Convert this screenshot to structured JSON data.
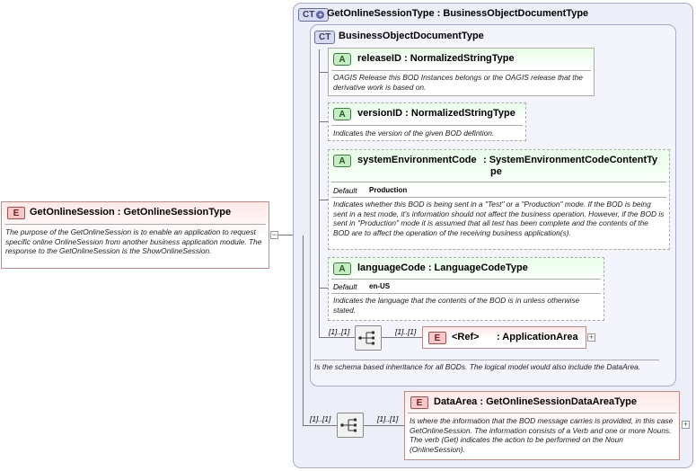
{
  "root": {
    "badge": "E",
    "title": "GetOnlineSession : GetOnlineSessionType",
    "doc": "The purpose of the GetOnlineSession is to enable an application to request specific online OnlineSession from another business application module.  The response to the GetOnlineSession is the ShowOnlineSession.",
    "collapse": "−"
  },
  "outer_type": {
    "badge": "CT",
    "badge_icon": "plus-in-circle-icon",
    "title": "GetOnlineSessionType : BusinessObjectDocumentType"
  },
  "inner_type": {
    "badge": "CT",
    "title": "BusinessObjectDocumentType",
    "doc": "Is the schema based inheritance for all BODs. The logical model would also include the DataArea."
  },
  "attributes": [
    {
      "badge": "A",
      "title": "releaseID : NormalizedStringType",
      "doc": "OAGIS Release this BOD Instances belongs or the OAGIS release that the derivative work is based on."
    },
    {
      "badge": "A",
      "title": "versionID : NormalizedStringType",
      "doc": "Indicates the version of the given BOD defintion."
    },
    {
      "badge": "A",
      "title_name": "systemEnvironmentCode",
      "title_line1": ": SystemEnvironmentCodeContentTy",
      "title_line2": "pe",
      "default_label": "Default",
      "default_value": "Production",
      "doc": "Indicates whether this BOD is being sent in a \"Test\" or a \"Production\" mode. If the BOD is being sent in a test mode, it's information should not affect the business operation. However, if the BOD is sent in \"Production\" mode it is assumed that all test has been complete and the contents of the BOD are to affect the operation of the receiving business application(s)."
    },
    {
      "badge": "A",
      "title": "languageCode : LanguageCodeType",
      "default_label": "Default",
      "default_value": "en-US",
      "doc": "Indicates the language that the contents of the BOD is in unless otherwise stated."
    }
  ],
  "app_area": {
    "badge": "E",
    "ref": "<Ref>",
    "title": ": ApplicationArea",
    "seq_mult": "[1]..[1]",
    "elem_mult": "[1]..[1]",
    "expand": "+"
  },
  "data_area": {
    "badge": "E",
    "title": "DataArea : GetOnlineSessionDataAreaType",
    "doc": "Is where the information that the BOD message carries is provided, in this case GetOnlineSession. The information consists of a Verb and one or more Nouns. The verb (Get) indicates the action to be performed on the Noun (OnlineSession).",
    "seq_mult": "[1]..[1]",
    "elem_mult": "[1]..[1]",
    "expand": "+"
  },
  "icons": {
    "sequence": "sequence-compositor-icon"
  }
}
